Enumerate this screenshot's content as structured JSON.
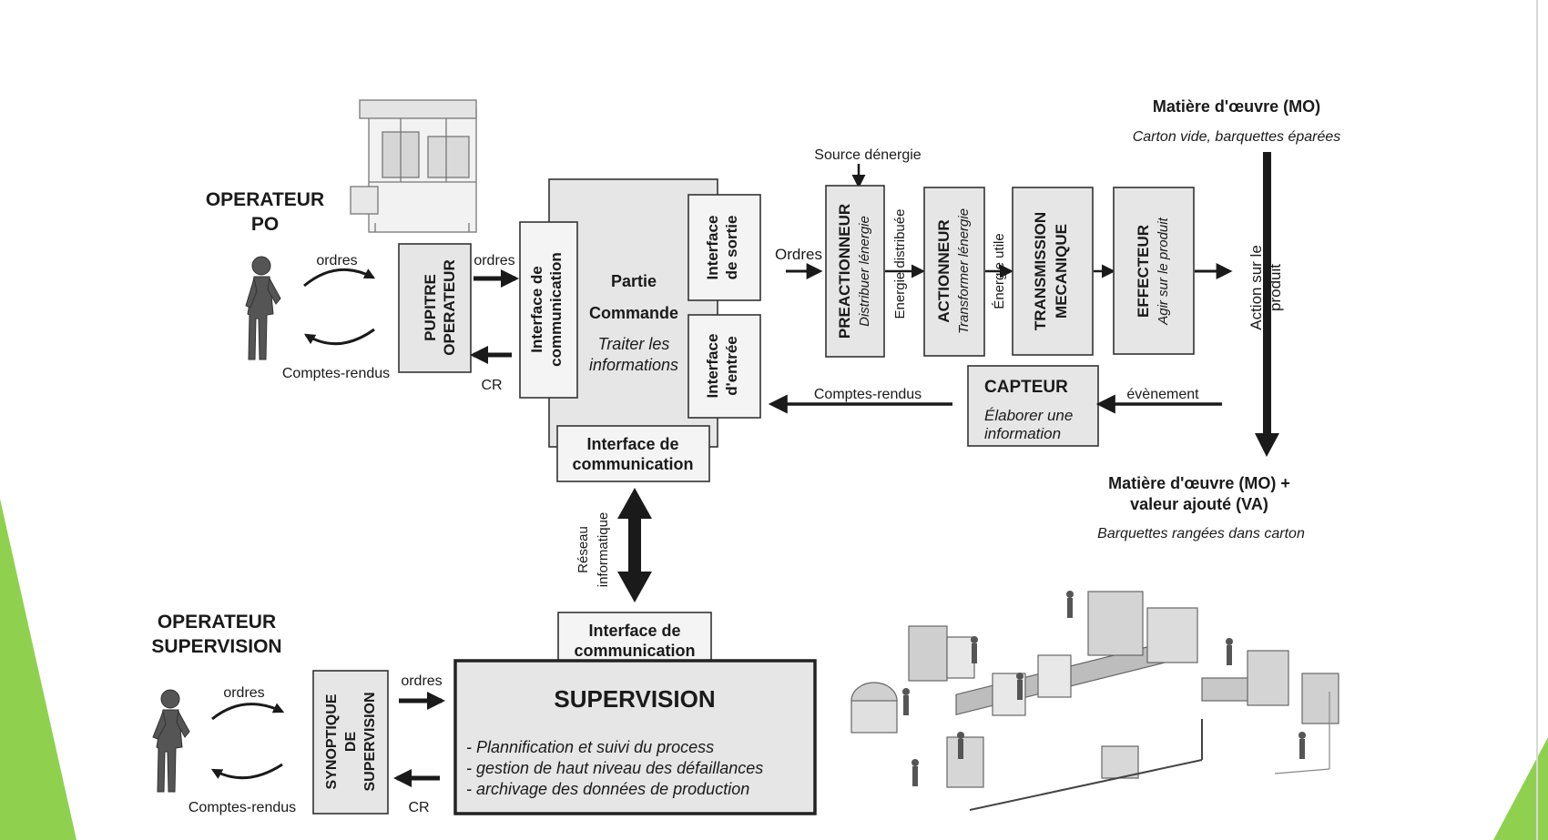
{
  "operator_po": {
    "line1": "OPERATEUR",
    "line2": "PO"
  },
  "operator_supervision": {
    "line1": "OPERATEUR",
    "line2": "SUPERVISION"
  },
  "pupitre": {
    "line1": "PUPITRE",
    "line2": "OPERATEUR"
  },
  "ordres": "ordres",
  "comptes_rendus": "Comptes-rendus",
  "cr": "CR",
  "interface_comm_left": {
    "line1": "Interface de",
    "line2": "communication"
  },
  "partie_commande": {
    "line1": "Partie",
    "line2": "Commande",
    "line3": "Traiter les",
    "line4": "informations"
  },
  "interface_sortie": {
    "line1": "Interface",
    "line2": "de sortie"
  },
  "interface_entree": {
    "line1": "Interface",
    "line2": "d'entrée"
  },
  "interface_comm_bottom": {
    "line1": "Interface de",
    "line2": "communication"
  },
  "reseau": {
    "line1": "Réseau",
    "line2": "informatique"
  },
  "interface_comm_supervision": {
    "line1": "Interface de",
    "line2": "communication"
  },
  "supervision": {
    "title": "SUPERVISION",
    "items": [
      "- Plannification et suivi du process",
      "-  gestion de haut niveau des défaillances",
      "- archivage des données de production"
    ]
  },
  "synoptique": {
    "line1": "SYNOPTIQUE",
    "line2": "DE",
    "line3": "SUPERVISION"
  },
  "ordres_right": "Ordres",
  "source_energie": "Source dénergie",
  "preactionneur": {
    "title": "PREACTIONNEUR",
    "sub": "Distribuer lénergie"
  },
  "energie_distribuee": "Energie distribuée",
  "actionneur": {
    "title": "ACTIONNEUR",
    "sub": "Transformer lénergie"
  },
  "energie_utile": "Énergie utile",
  "transmission": {
    "line1": "TRANSMISSION",
    "line2": "MECANIQUE"
  },
  "effecteur": {
    "title": "EFFECTEUR",
    "sub": "Agir sur le produit"
  },
  "action_produit": {
    "line1": "Action sur le",
    "line2": "produit"
  },
  "mo_top": {
    "title": "Matière d'œuvre (MO)",
    "sub": "Carton vide, barquettes éparées"
  },
  "mo_bottom": {
    "line1": "Matière d'œuvre (MO) +",
    "line2": "valeur ajouté (VA)",
    "sub": "Barquettes rangées dans carton"
  },
  "capteur": {
    "title": "CAPTEUR",
    "line1": "Élaborer une",
    "line2": "information"
  },
  "comptes_rendus_right": "Comptes-rendus",
  "evenement": "évènement"
}
